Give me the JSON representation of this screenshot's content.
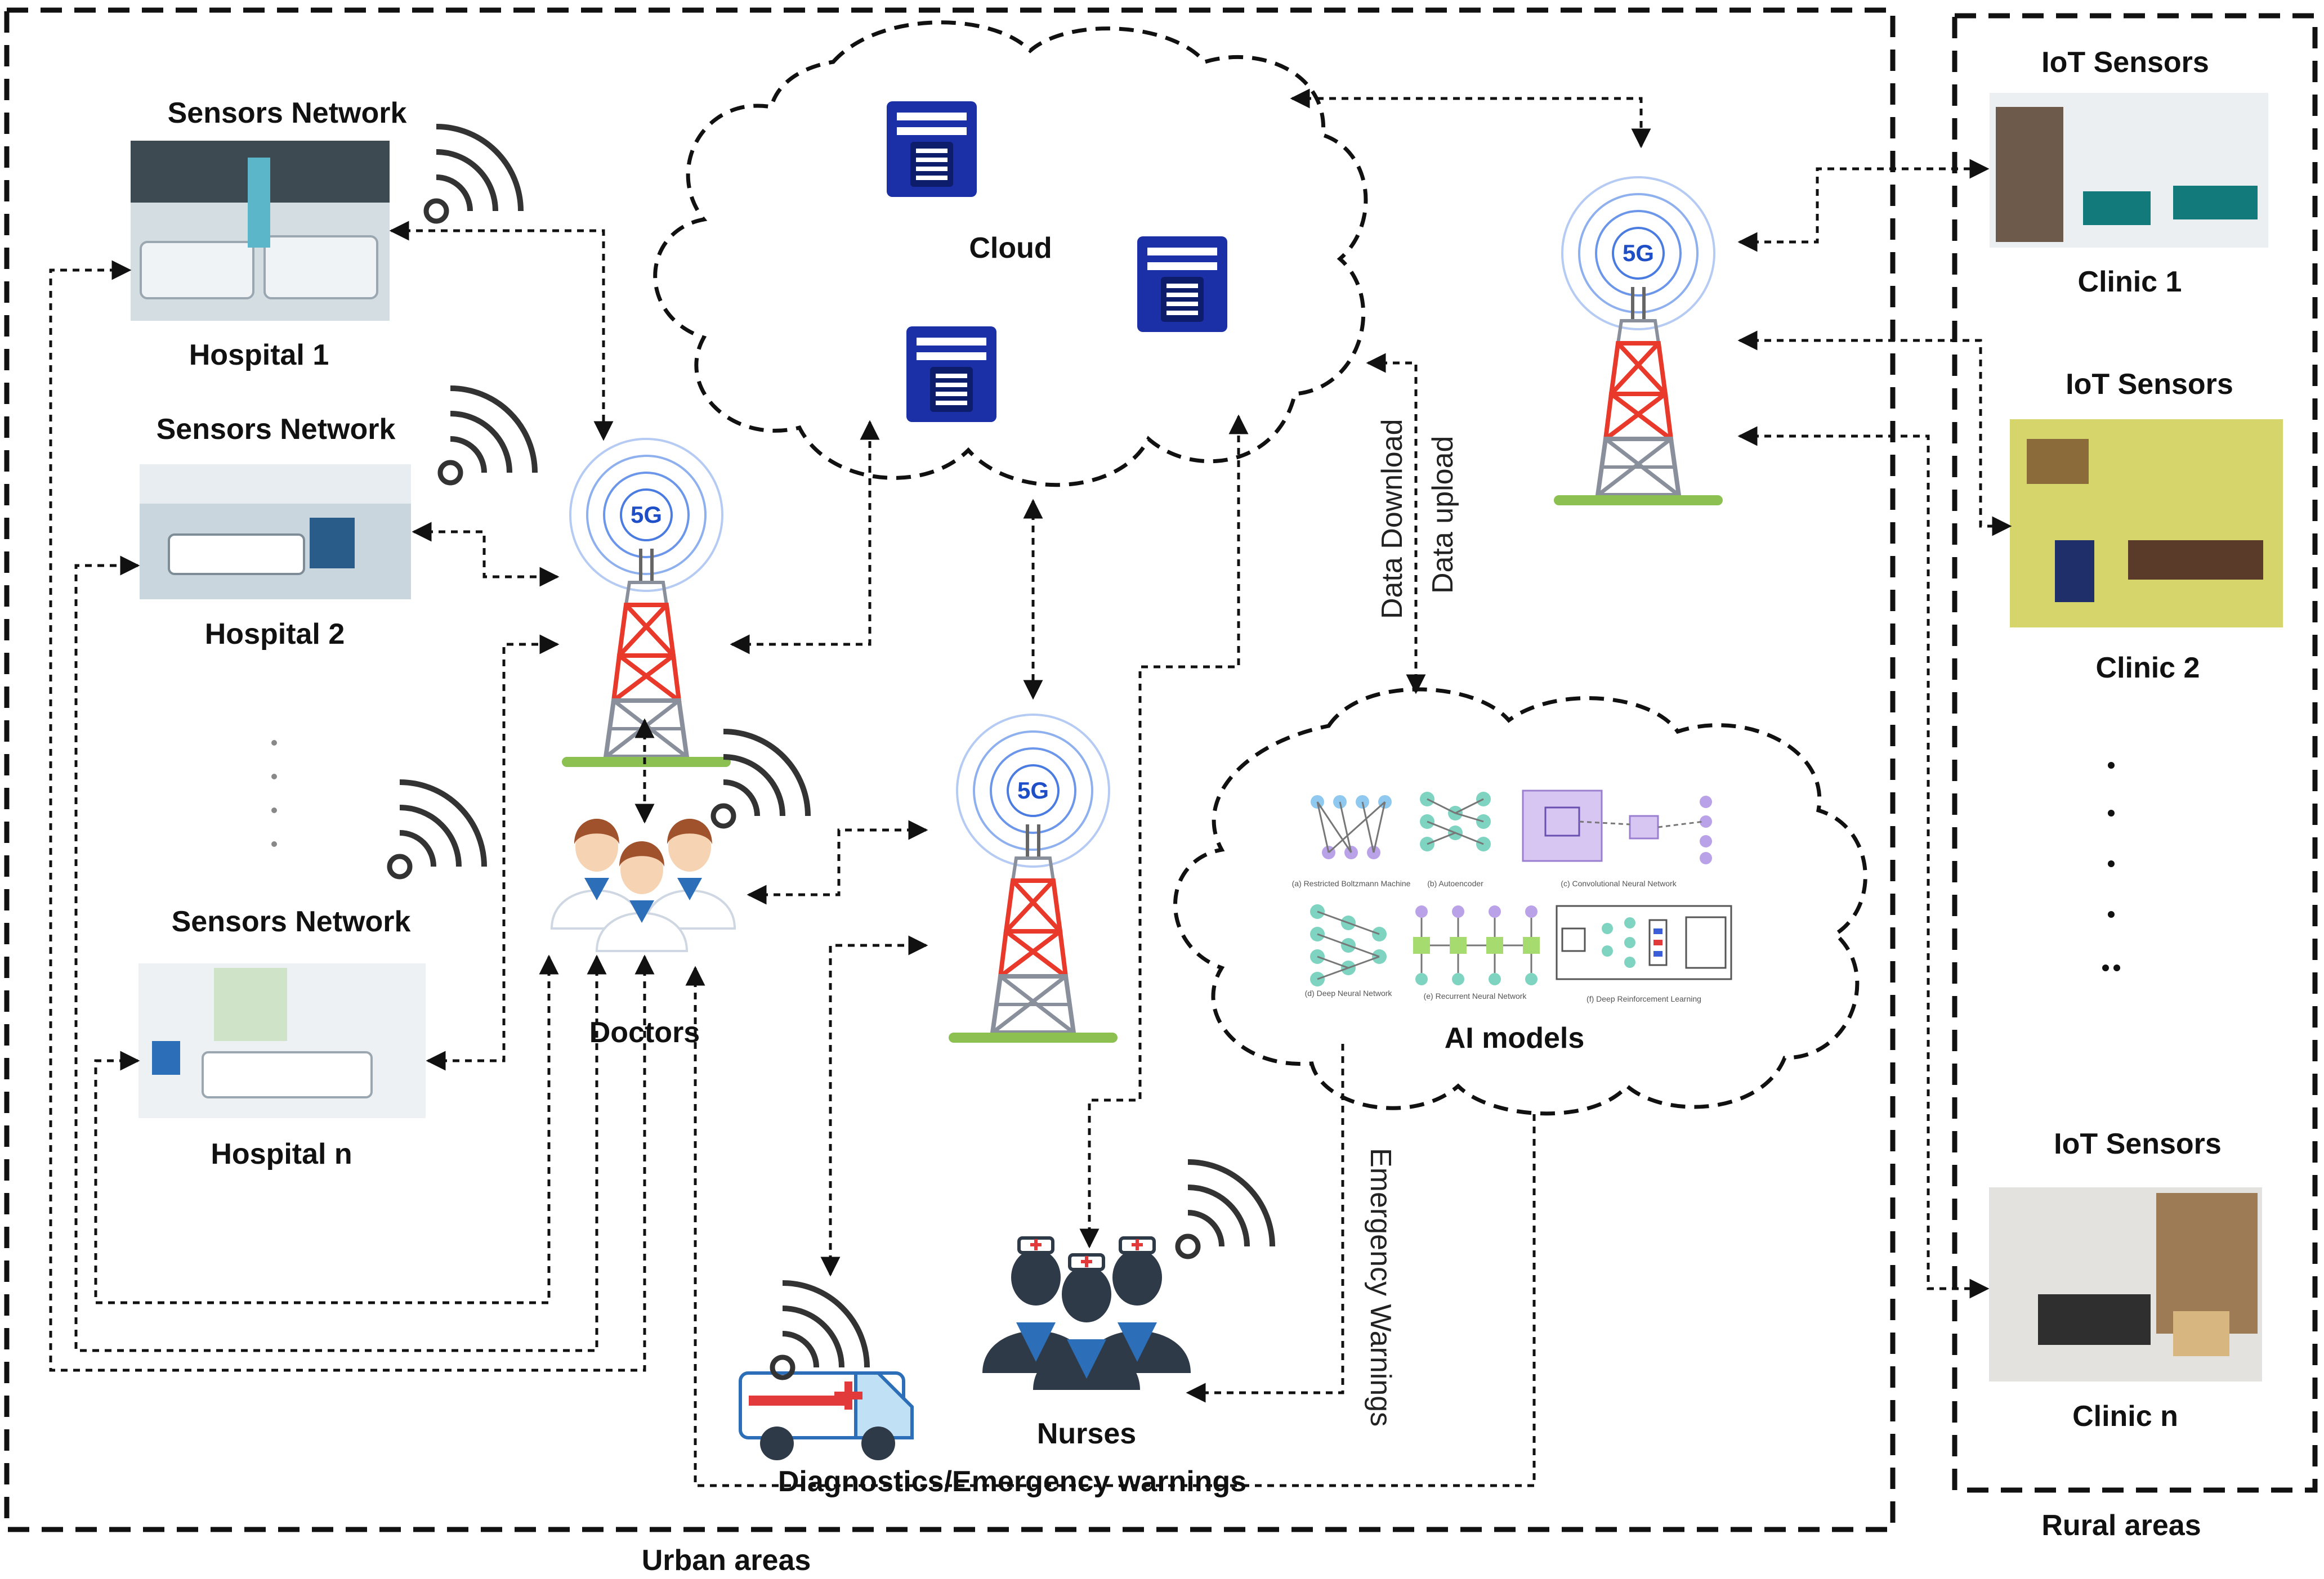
{
  "regions": {
    "urban": "Urban areas",
    "rural": "Rural areas"
  },
  "hospitals": [
    {
      "sensors": "Sensors Network",
      "name": "Hospital 1"
    },
    {
      "sensors": "Sensors Network",
      "name": "Hospital 2"
    },
    {
      "sensors": "Sensors Network",
      "name": "Hospital n"
    }
  ],
  "clinics": [
    {
      "sensors": "IoT Sensors",
      "name": "Clinic 1"
    },
    {
      "sensors": "IoT Sensors",
      "name": "Clinic 2"
    },
    {
      "sensors": "IoT Sensors",
      "name": "Clinic n"
    }
  ],
  "cloud": {
    "label": "Cloud"
  },
  "ai_models": {
    "label": "AI models",
    "thumbnails": [
      "(a) Restricted Boltzmann Machine",
      "(b) Autoencoder",
      "(c) Convolutional Neural Network",
      "(d) Deep Neural Network",
      "(e) Recurrent Neural Network",
      "(f) Deep Reinforcement Learning"
    ]
  },
  "towers": {
    "badge": "5G"
  },
  "actors": {
    "doctors": "Doctors",
    "nurses": "Nurses"
  },
  "flows": {
    "data_download": "Data Download",
    "data_upload": "Data upload",
    "emergency": "Emergency Warnings",
    "diagnostics": "Diagnostics/Emergency warnings"
  },
  "colors": {
    "server_blue": "#1b2fa6",
    "tower_red": "#e8392b",
    "tower_grey": "#8a8f9c",
    "signal_blue": "#4a7be0",
    "grass": "#8cc152",
    "ambulance_red": "#e23a3a",
    "staff_blue": "#2c6fb8"
  },
  "icons": [
    "wifi-icon",
    "server-icon",
    "tower-5g-icon",
    "doctors-icon",
    "nurses-icon",
    "ambulance-icon"
  ]
}
